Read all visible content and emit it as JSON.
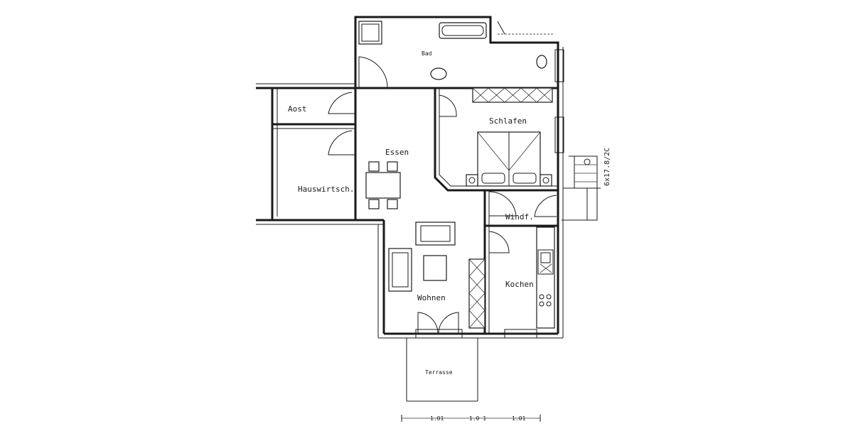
{
  "rooms": {
    "bad": "Bad",
    "abst": "Aost",
    "schlafen": "Schlafen",
    "essen": "Essen",
    "hauswirtsch": "Hauswirtsch.",
    "windf": "Windf.",
    "kochen": "Kochen",
    "wohnen": "Wohnen",
    "terrasse": "Terrasse"
  },
  "stair_label": "6x17.8/2C",
  "dimensions": [
    "1.01",
    "1.0 1",
    "1.01"
  ]
}
